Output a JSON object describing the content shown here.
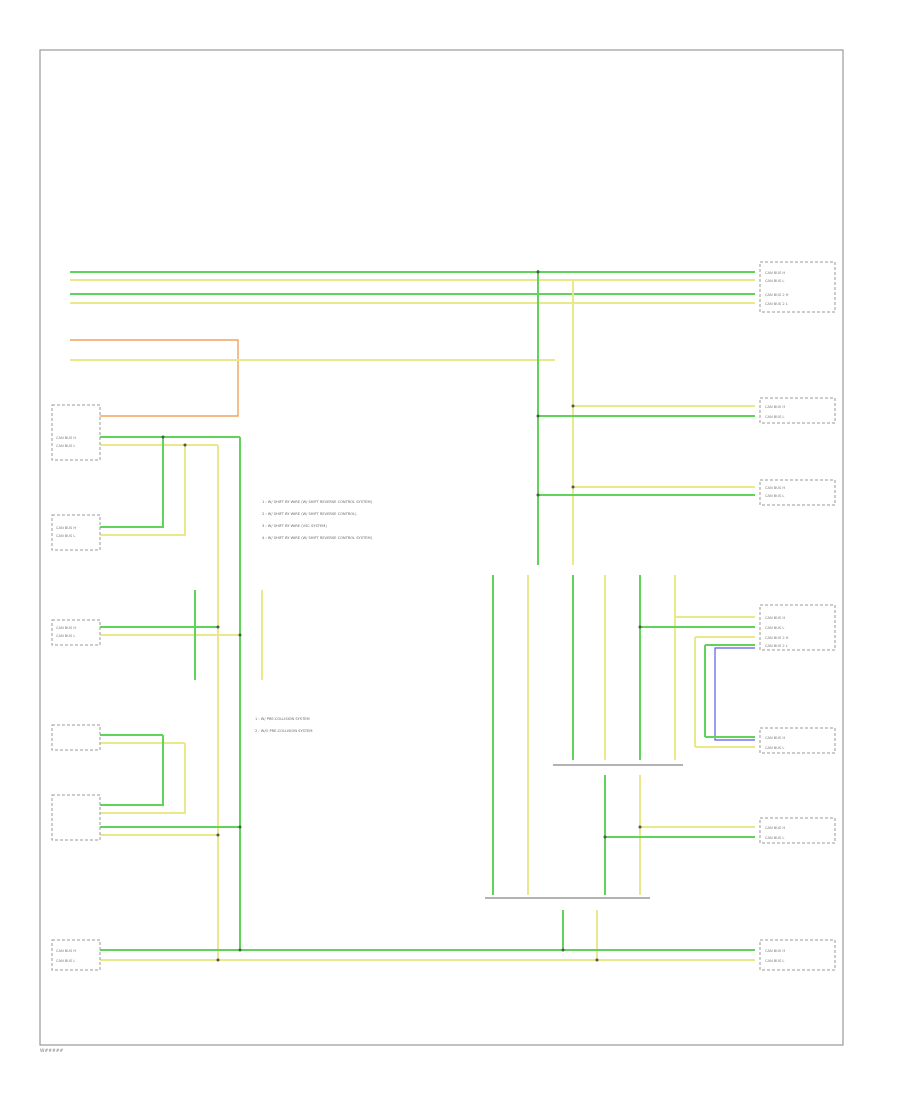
{
  "connector_labels": [
    "CAN BUS H",
    "CAN BUS L",
    "CAN BUS 2 H",
    "CAN BUS 2 L",
    "CAN BUS H",
    "CAN BUS L",
    "CAN BUS H",
    "CAN BUS L",
    "CAN BUS H",
    "CAN BUS L",
    "CAN BUS 2 H",
    "CAN BUS 2 L",
    "CAN BUS H",
    "CAN BUS L",
    "CAN BUS H",
    "CAN BUS L",
    "CAN BUS H",
    "CAN BUS L",
    "CAN BUS H",
    "CAN BUS L",
    "CAN BUS H",
    "CAN BUS L",
    "CAN BUS H",
    "CAN BUS L",
    "CAN BUS H",
    "CAN BUS L"
  ],
  "notes_top": [
    "1 : W/ SHIFT BY WIRE (W/ SHIFT REVERSE CONTROL SYSTEM)",
    "2 : W/ SHIFT BY WIRE (W/ SHIFT REVERSE CONTROL)",
    "3 : W/ SHIFT BY WIRE (VSC SYSTEM)",
    "4 : W/ SHIFT BY WIRE (W/ SHIFT REVERSE CONTROL SYSTEM)"
  ],
  "notes_mid": [
    "1 : W/ PRE-COLLISION SYSTEM",
    "2 : W/O PRE-COLLISION SYSTEM"
  ],
  "footer": "W#####",
  "colors": {
    "green_wire": "#5fd35a",
    "yellow_wire": "#e9e88a",
    "orange_wire": "#f1a35f",
    "blue_wire": "#5a5ae6",
    "frame": "#9a9a9a"
  }
}
